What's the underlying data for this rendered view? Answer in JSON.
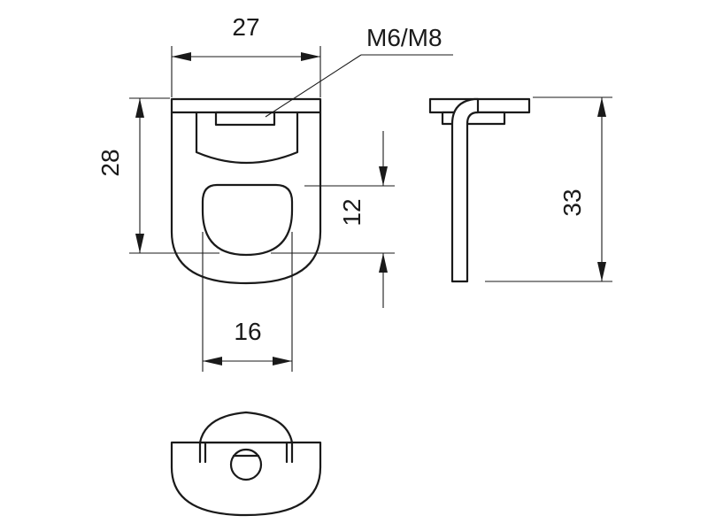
{
  "dimensions": {
    "width_top": "27",
    "height_left": "28",
    "slot_height": "12",
    "slot_width": "16",
    "height_total": "33"
  },
  "callout": {
    "thread": "M6/M8"
  },
  "colors": {
    "line": "#1a1a1a",
    "background": "#ffffff"
  }
}
